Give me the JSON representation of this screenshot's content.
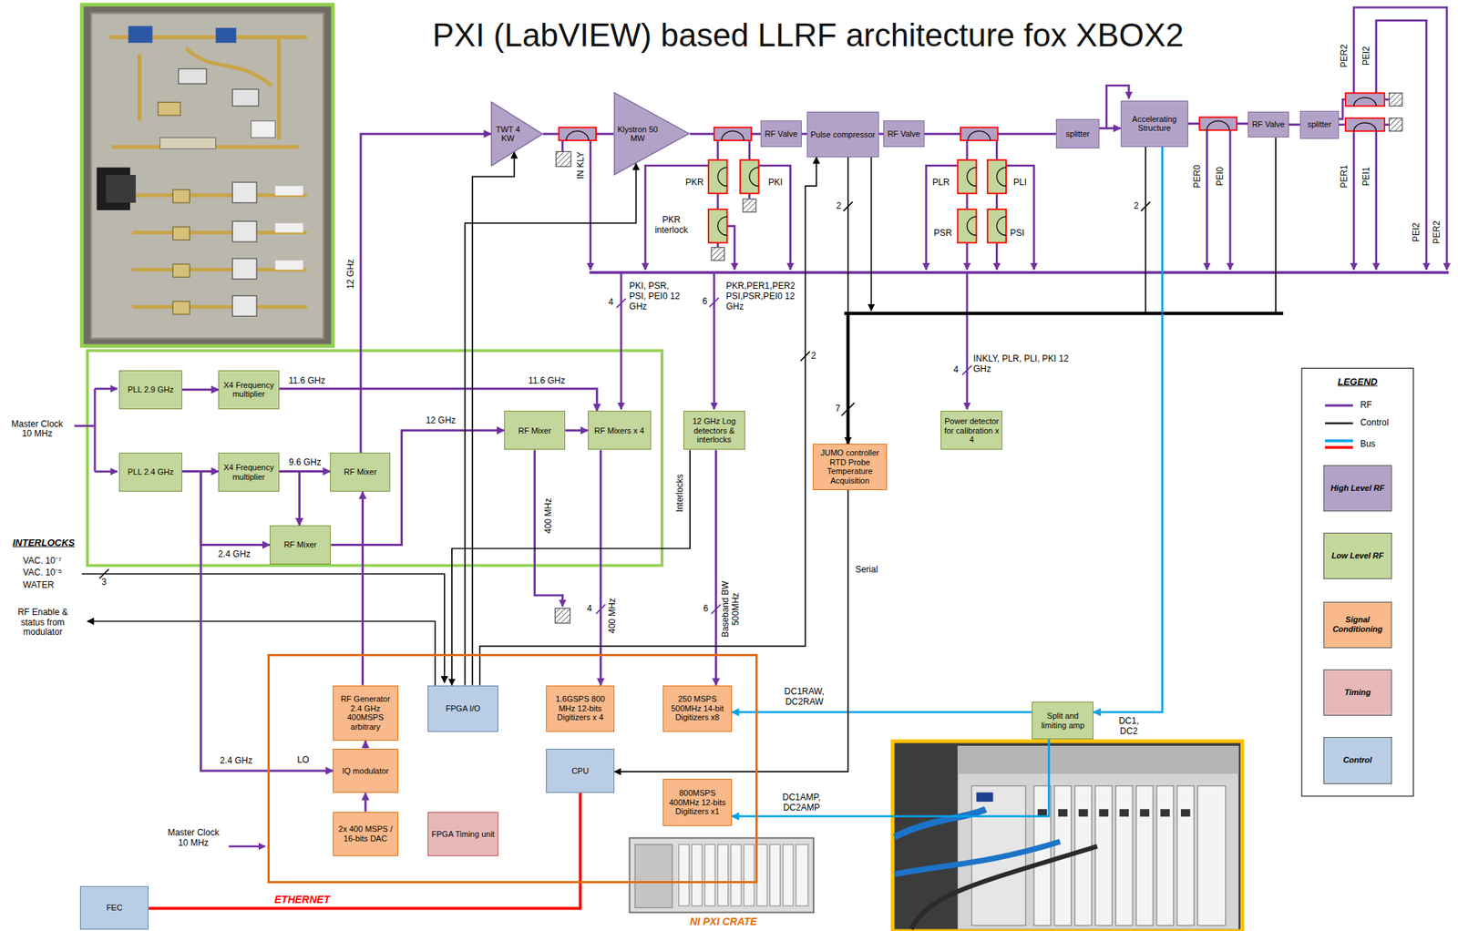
{
  "diagram": {
    "title": "PXI (LabVIEW) based LLRF architecture fox XBOX2",
    "nodes": [
      {
        "text": [
          "TWT 4 KW"
        ]
      },
      {
        "text": [
          "Klystron 50 MW"
        ]
      },
      {
        "text": [
          "RF Valve"
        ]
      },
      {
        "text": [
          "Pulse compressor"
        ]
      },
      {
        "text": [
          "RF Valve"
        ]
      },
      {
        "text": [
          "splitter"
        ]
      },
      {
        "text": [
          "Accelerating Structure"
        ]
      },
      {
        "text": [
          "RF Valve"
        ]
      },
      {
        "text": [
          "splitter"
        ]
      },
      {
        "text": [
          "PLL 2.9 GHz"
        ]
      },
      {
        "text": [
          "X4 Frequency multiplier"
        ]
      },
      {
        "text": [
          "PLL 2.4 GHz"
        ]
      },
      {
        "text": [
          "X4 Frequency multiplier"
        ]
      },
      {
        "text": [
          "RF Mixer"
        ]
      },
      {
        "text": [
          "RF Mixer"
        ]
      },
      {
        "text": [
          "RF Mixer"
        ]
      },
      {
        "text": [
          "RF Mixers x 4"
        ]
      },
      {
        "text": [
          "12 GHz Log detectors & interlocks"
        ]
      },
      {
        "text": [
          "Power detector for calibration x 4"
        ]
      },
      {
        "text": [
          "JUMO controller RTD Probe Temperature Acquisition"
        ]
      },
      {
        "text": [
          "NI PXI CRATE"
        ]
      },
      {
        "text": [
          "RF Generator 2.4 GHz 400MSPS arbitrary"
        ],
        "in": 20
      },
      {
        "text": [
          "IQ modulator"
        ],
        "in": 20
      },
      {
        "text": [
          "2x 400 MSPS / 16-bits DAC"
        ],
        "in": 20
      },
      {
        "text": [
          "FPGA I/O"
        ],
        "in": 20
      },
      {
        "text": [
          "FPGA Timing unit"
        ],
        "in": 20
      },
      {
        "text": [
          "1.6GSPS 800 MHz 12-bits Digitizers x 4"
        ],
        "in": 20
      },
      {
        "text": [
          "CPU"
        ],
        "in": 20
      },
      {
        "text": [
          "250 MSPS 500MHz 14-bit Digitizers x8"
        ],
        "in": 20
      },
      {
        "text": [
          "800MSPS 400MHz 12-bits Digitizers x1"
        ],
        "in": 20
      },
      {
        "text": [
          "Split and limiting amp"
        ]
      },
      {
        "text": [
          "FEC"
        ]
      }
    ],
    "edges": [
      {
        "from": 9,
        "to": 10,
        "arrow": "to"
      },
      {
        "from": 11,
        "to": 12,
        "arrow": "to"
      },
      {
        "from": 10,
        "to": 16,
        "arrow": "to",
        "label": "11.6 GHz"
      },
      {
        "from": 12,
        "to": 13,
        "arrow": "to",
        "label": "9.6 GHz"
      },
      {
        "from": 12,
        "to": 14,
        "arrow": "to"
      },
      {
        "from": 11,
        "to": 14,
        "arrow": "to",
        "label": "2.4 GHz"
      },
      {
        "from": 14,
        "to": 15,
        "arrow": "to",
        "label": "12 GHz"
      },
      {
        "from": 13,
        "to": 0,
        "arrow": "to",
        "label": "12 GHz"
      },
      {
        "from": 15,
        "to": 16,
        "arrow": "to"
      },
      {
        "from": 16,
        "to": 26,
        "arrow": "to",
        "label": "400 MHz"
      },
      {
        "from": 17,
        "to": 28,
        "arrow": "to",
        "label": "Baseband BW 500MHz"
      },
      {
        "from": 17,
        "to": 24,
        "arrow": "to",
        "label": "Interlocks"
      },
      {
        "from": 24,
        "to": 0,
        "arrow": "to"
      },
      {
        "from": 24,
        "to": 1,
        "arrow": "to"
      },
      {
        "from": 24,
        "to": 3,
        "arrow": "to"
      },
      {
        "from": 11,
        "to": 22,
        "arrow": "to",
        "label": "2.4 GHz"
      },
      {
        "from": 23,
        "to": 22,
        "arrow": "to"
      },
      {
        "from": 22,
        "to": 21,
        "arrow": "to"
      },
      {
        "from": 21,
        "to": 13,
        "arrow": "to"
      },
      {
        "from": 6,
        "to": 30,
        "arrow": "to",
        "label": "DC1, DC2"
      },
      {
        "from": 30,
        "to": 28,
        "arrow": "to",
        "label": "DC1RAW, DC2RAW"
      },
      {
        "from": 30,
        "to": 29,
        "arrow": "to",
        "label": "DC1AMP, DC2AMP"
      },
      {
        "from": 19,
        "to": 27,
        "arrow": "to",
        "label": "Serial"
      },
      {
        "from": 27,
        "to": 31,
        "arrow": "none",
        "label": "ETHERNET"
      },
      {
        "from": 3,
        "to": 19,
        "arrow": "to"
      },
      {
        "from": 6,
        "to": 19,
        "arrow": "to"
      },
      {
        "from": 7,
        "to": 19,
        "arrow": "to"
      },
      {
        "from": 0,
        "to": 1,
        "arrow": "none"
      },
      {
        "from": 1,
        "to": 2,
        "arrow": "none"
      },
      {
        "from": 2,
        "to": 3,
        "arrow": "none"
      },
      {
        "from": 3,
        "to": 4,
        "arrow": "none"
      },
      {
        "from": 4,
        "to": 5,
        "arrow": "none"
      },
      {
        "from": 5,
        "to": 6,
        "arrow": "to"
      },
      {
        "from": 6,
        "to": 7,
        "arrow": "none"
      },
      {
        "from": 7,
        "to": 8,
        "arrow": "none"
      }
    ],
    "labels": [
      "IN KLY",
      "PKR",
      "PKI",
      "PKR interlock",
      "PLR",
      "PLI",
      "PSR",
      "PSI",
      "PER0",
      "PEI0",
      "PER2",
      "PEI2",
      "PER1",
      "PEI1",
      "PEI2",
      "PER2",
      "PKI, PSR, PSI, PEI0 12 GHz",
      "4",
      "PKR,PER1,PER2 PSI,PSR,PEI0 12 GHz",
      "6",
      "2",
      "2",
      "2",
      "7",
      "INKLY, PLR, PLI, PKI 12 GHz",
      "4",
      "11.6 GHz",
      "400 MHz",
      "INTERLOCKS",
      "VAC. 10⁻⁷",
      "VAC. 10⁻⁵",
      "WATER",
      "3",
      "RF Enable & status from modulator",
      "Master Clock 10 MHz",
      "Master Clock 10 MHz",
      "LO",
      "4",
      "6",
      "LEGEND"
    ],
    "legend": [
      {
        "text": "RF"
      },
      {
        "text": "Control"
      },
      {
        "text": "Bus"
      },
      {
        "text": "High Level RF",
        "color": "#b3a2c7"
      },
      {
        "text": "Low Level RF",
        "color": "#c3d69b"
      },
      {
        "text": "Signal Conditioning",
        "color": "#f9b98a"
      },
      {
        "text": "Timing",
        "color": "#e6b9b8"
      },
      {
        "text": "Control",
        "color": "#b9cde5"
      }
    ]
  }
}
